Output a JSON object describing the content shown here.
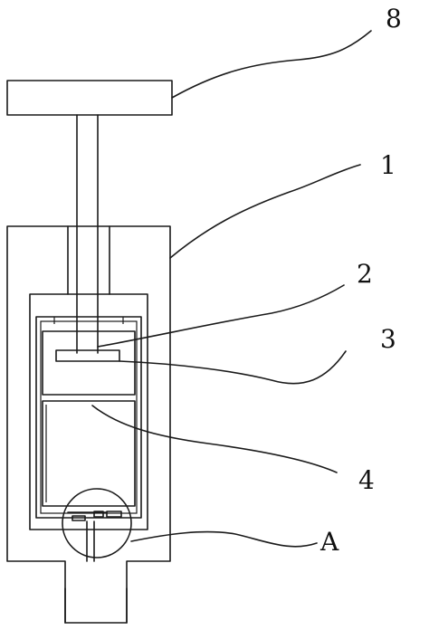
{
  "diagram": {
    "labels": {
      "handle": "8",
      "housing": "1",
      "piston_rod": "2",
      "piston_plate": "3",
      "chamber": "4",
      "detail": "A"
    }
  }
}
